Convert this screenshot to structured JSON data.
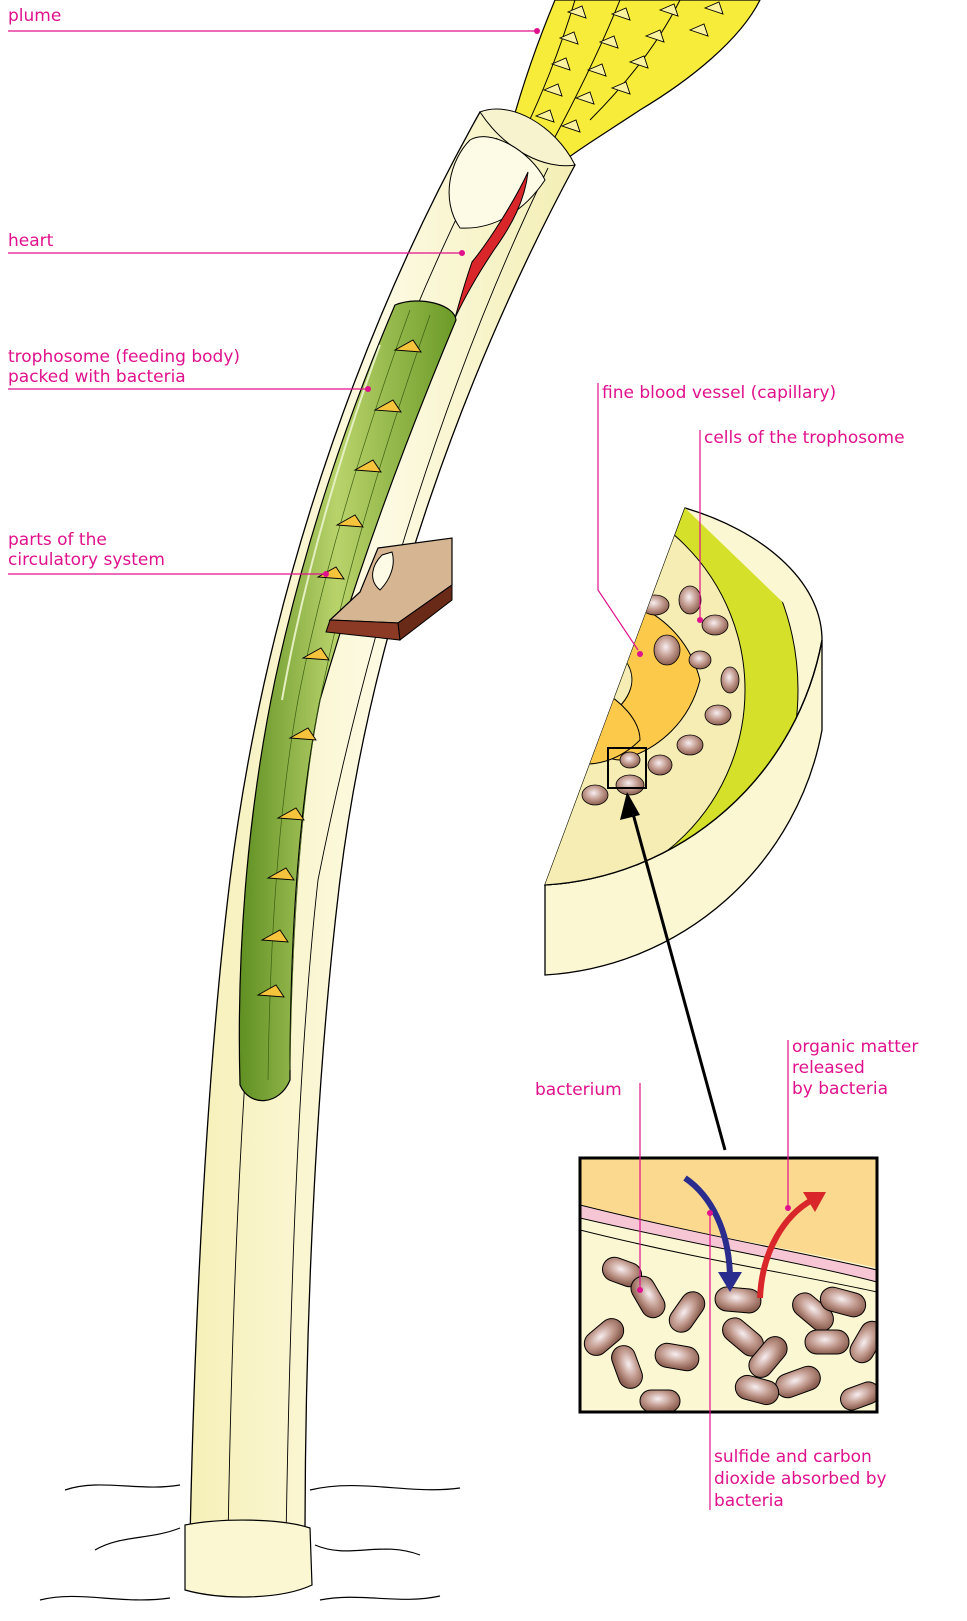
{
  "labels": {
    "plume": "plume",
    "heart": "heart",
    "trophosome_line1": "trophosome (feeding body)",
    "trophosome_line2": "packed with bacteria",
    "circulatory_line1": "parts of the",
    "circulatory_line2": "circulatory system",
    "capillary": "fine blood vessel (capillary)",
    "cells": "cells of the trophosome",
    "organic_line1": "organic matter",
    "organic_line2": "released",
    "organic_line3": "by bacteria",
    "bacterium": "bacterium",
    "sulfide_line1": "sulfide and carbon",
    "sulfide_line2": "dioxide absorbed by",
    "sulfide_line3": "bacteria"
  },
  "colors": {
    "label": "#e0118c",
    "tube": "#fbf7d2",
    "plume": "#f7ec3a",
    "heart": "#d8262a",
    "trophosome": "#8eb83c",
    "blood_vessel": "#fcc94a",
    "trophosome_ring": "#d4e02a",
    "bacterium": "#a97c6c",
    "inflow_arrow": "#2b2d8e",
    "outflow_arrow": "#d8262a"
  }
}
